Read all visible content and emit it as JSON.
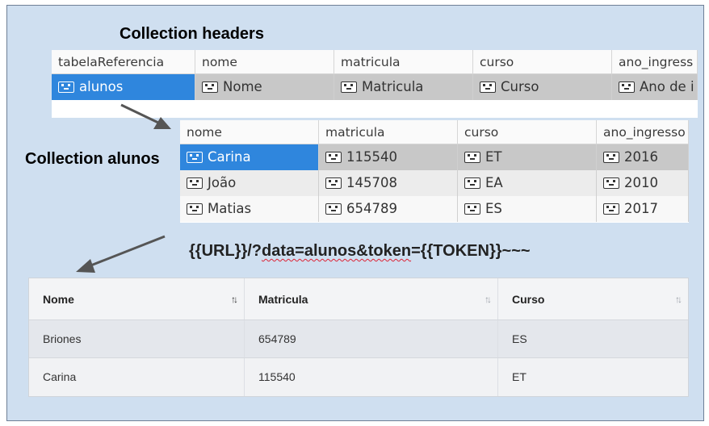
{
  "headers_section": {
    "title": "Collection headers",
    "columns": [
      "tabelaReferencia",
      "nome",
      "matricula",
      "curso",
      "ano_ingress"
    ],
    "row": [
      "alunos",
      "Nome",
      "Matricula",
      "Curso",
      "Ano de i"
    ]
  },
  "alunos_section": {
    "title": "Collection alunos",
    "columns": [
      "nome",
      "matricula",
      "curso",
      "ano_ingresso"
    ],
    "rows": [
      [
        "Carina",
        "115540",
        "ET",
        "2016"
      ],
      [
        "João",
        "145708",
        "EA",
        "2010"
      ],
      [
        "Matias",
        "654789",
        "ES",
        "2017"
      ]
    ]
  },
  "url_text": {
    "prefix": "{{URL}}/?",
    "underlined": "data=alunos&token",
    "suffix": "={{TOKEN}}~~~"
  },
  "result_table": {
    "headers": [
      "Nome",
      "Matricula",
      "Curso"
    ],
    "sort_icons": [
      "↑↓",
      "↑↓",
      "↑↓"
    ],
    "rows": [
      [
        "Briones",
        "654789",
        "ES"
      ],
      [
        "Carina",
        "115540",
        "ET"
      ]
    ]
  },
  "colors": {
    "background": "#cfdff0",
    "selection": "#2f86dd",
    "arrow": "#555555"
  },
  "icons": {
    "field_icon": "document-field-icon",
    "arrow": "down-left-arrow-icon"
  }
}
